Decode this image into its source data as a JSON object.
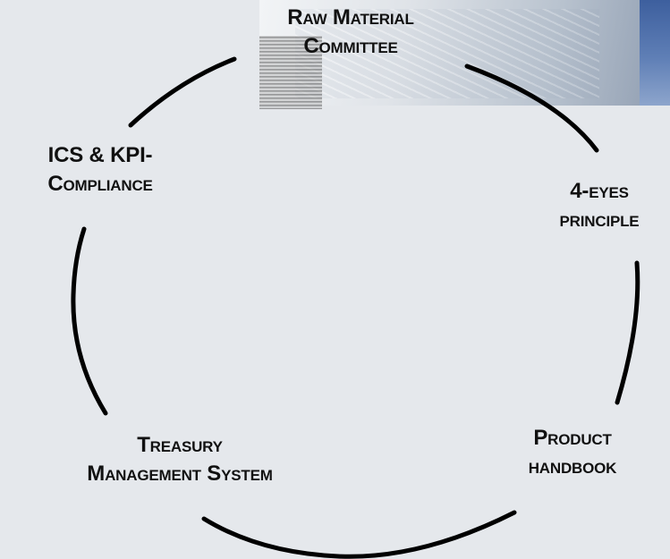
{
  "diagram": {
    "nodes": [
      {
        "id": "raw-material",
        "lines": [
          "Raw Material",
          "Committee"
        ]
      },
      {
        "id": "four-eyes",
        "lines": [
          "4-eyes",
          "principle"
        ]
      },
      {
        "id": "product-handbook",
        "lines": [
          "Product",
          "handbook"
        ]
      },
      {
        "id": "treasury",
        "lines": [
          "Treasury",
          "Management System"
        ]
      },
      {
        "id": "ics-kpi",
        "lines": [
          "ICS & KPI-",
          "Compliance"
        ]
      }
    ]
  }
}
